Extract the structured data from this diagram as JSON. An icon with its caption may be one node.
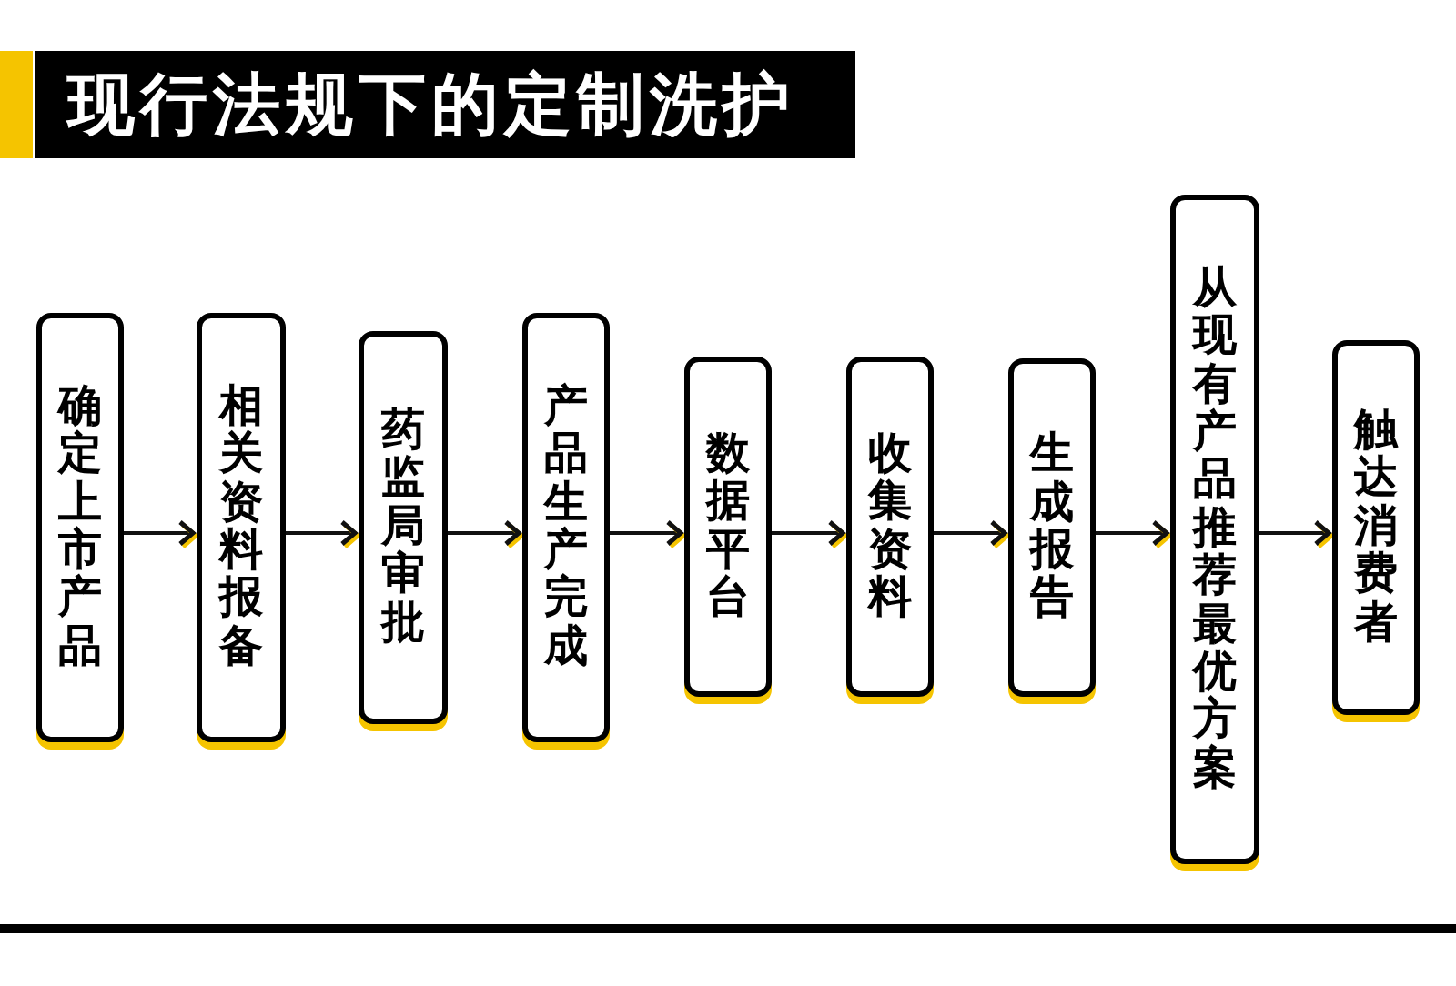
{
  "diagram": {
    "title": "现行法规下的定制洗护",
    "nodes": [
      {
        "text": [
          "确定上市产品"
        ]
      },
      {
        "text": [
          "相关资料报备"
        ]
      },
      {
        "text": [
          "药监局审批"
        ]
      },
      {
        "text": [
          "产品生产完成"
        ]
      },
      {
        "text": [
          "数据平台"
        ]
      },
      {
        "text": [
          "收集资料"
        ]
      },
      {
        "text": [
          "生成报告"
        ]
      },
      {
        "text": [
          "从现有产品推荐最优方案"
        ]
      },
      {
        "text": [
          "触达消费者"
        ]
      }
    ],
    "edges": [
      {
        "from": 0,
        "to": 1,
        "arrow": "to"
      },
      {
        "from": 1,
        "to": 2,
        "arrow": "to"
      },
      {
        "from": 2,
        "to": 3,
        "arrow": "to"
      },
      {
        "from": 3,
        "to": 4,
        "arrow": "to"
      },
      {
        "from": 4,
        "to": 5,
        "arrow": "to"
      },
      {
        "from": 5,
        "to": 6,
        "arrow": "to"
      },
      {
        "from": 6,
        "to": 7,
        "arrow": "to"
      },
      {
        "from": 7,
        "to": 8,
        "arrow": "to"
      }
    ]
  }
}
